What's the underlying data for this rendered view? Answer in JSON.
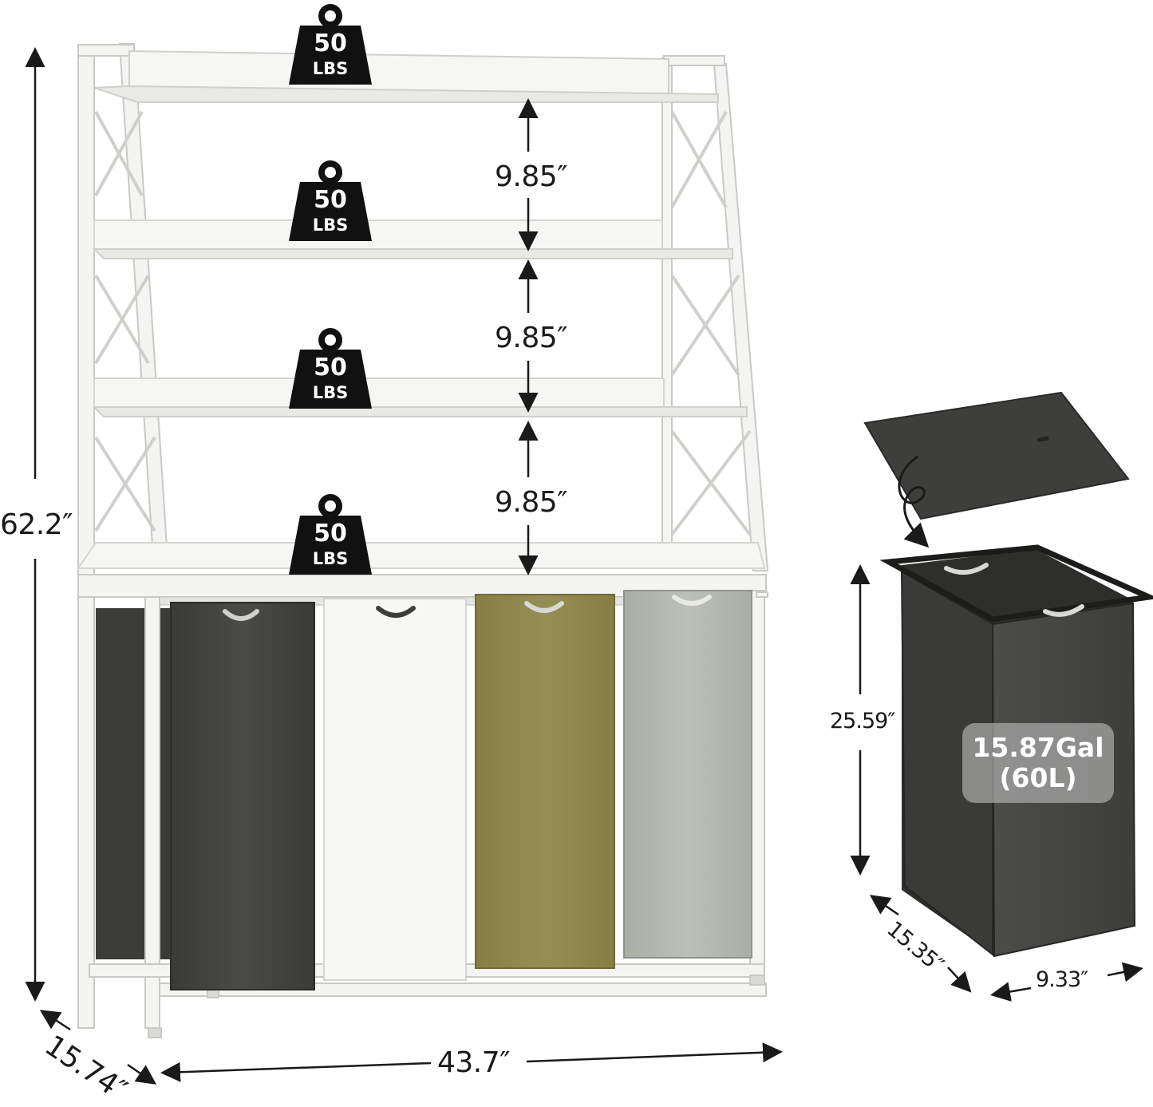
{
  "dimensions": {
    "height_total": "62.2″",
    "shelf_gap_1": "9.85″",
    "shelf_gap_2": "9.85″",
    "shelf_gap_3": "9.85″",
    "depth": "15.74″",
    "width": "43.7″",
    "bag_height": "25.59″",
    "bag_depth": "15.35″",
    "bag_width": "9.33″"
  },
  "weights": [
    {
      "value": "50",
      "unit": "LBS"
    },
    {
      "value": "50",
      "unit": "LBS"
    },
    {
      "value": "50",
      "unit": "LBS"
    },
    {
      "value": "50",
      "unit": "LBS"
    }
  ],
  "capacity": {
    "gallons": "15.87Gal",
    "liters": "(60L)"
  },
  "colors": {
    "frame": "#f4f4f2",
    "frame_edge": "#c9c9c5",
    "bag_black": "#3f403d",
    "bag_white": "#f7f7f5",
    "bag_olive": "#8f8a4f",
    "bag_gray": "#b4b8b1",
    "weight_icon": "#111111"
  },
  "icons": [
    "weight-icon",
    "curved-arrow-icon",
    "dimension-arrow-icon"
  ]
}
